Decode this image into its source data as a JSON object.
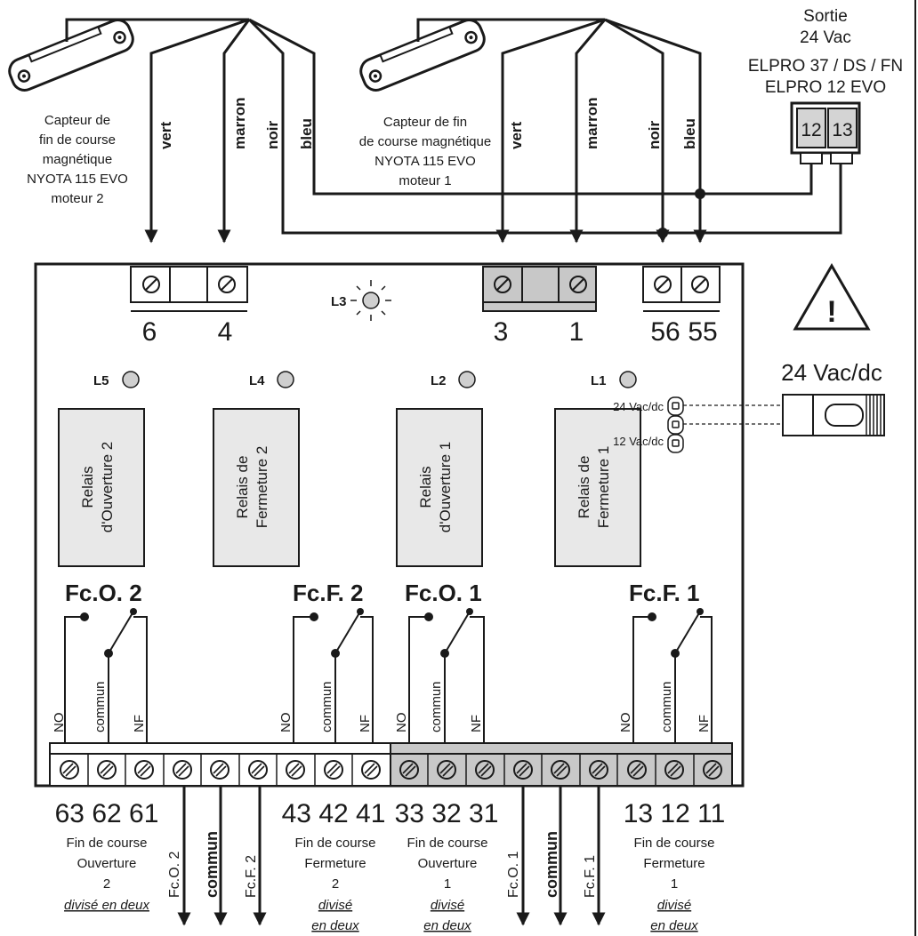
{
  "output": {
    "title1": "Sortie",
    "title2": "24 Vac",
    "models1": "ELPRO 37 / DS / FN",
    "models2": "ELPRO 12 EVO",
    "t1": "12",
    "t2": "13"
  },
  "sensor2": {
    "l1": "Capteur de",
    "l2": "fin de course",
    "l3": "magnétique",
    "l4": "NYOTA 115 EVO",
    "l5": "moteur 2"
  },
  "sensor1": {
    "l1": "Capteur de fin",
    "l2": "de course magnétique",
    "l3": "NYOTA 115 EVO",
    "l4": "moteur 1"
  },
  "wires": {
    "vert": "vert",
    "marron": "marron",
    "noir": "noir",
    "bleu": "bleu"
  },
  "top_terminals": [
    "6",
    "4",
    "3",
    "1",
    "56",
    "55"
  ],
  "leds": {
    "l3": "L3",
    "l5": "L5",
    "l4": "L4",
    "l2": "L2",
    "l1": "L1"
  },
  "relays": [
    {
      "line1": "Relais",
      "line2": "d'Ouverture 2"
    },
    {
      "line1": "Relais de",
      "line2": "Fermeture 2"
    },
    {
      "line1": "Relais",
      "line2": "d'Ouverture 1"
    },
    {
      "line1": "Relais de",
      "line2": "Fermeture 1"
    }
  ],
  "voltage": {
    "title": "24 Vac/dc",
    "opt1": "24 Vac/dc",
    "opt2": "12 Vac/dc",
    "warning": "!"
  },
  "contacts": [
    {
      "label": "Fc.O. 2",
      "no": "NO",
      "com": "commun",
      "nf": "NF"
    },
    {
      "label": "Fc.F. 2",
      "no": "NO",
      "com": "commun",
      "nf": "NF"
    },
    {
      "label": "Fc.O. 1",
      "no": "NO",
      "com": "commun",
      "nf": "NF"
    },
    {
      "label": "Fc.F. 1",
      "no": "NO",
      "com": "commun",
      "nf": "NF"
    }
  ],
  "bottom_numbers": [
    "63 62 61",
    "43 42 41",
    "33 32 31",
    "13 12 11"
  ],
  "groups": [
    {
      "l1": "Fin de course",
      "l2": "Ouverture",
      "l3": "2",
      "l4": "divisé en deux",
      "l5": ""
    },
    {
      "l1": "Fin de course",
      "l2": "Fermeture",
      "l3": "2",
      "l4": "divisé",
      "l5": "en deux"
    },
    {
      "l1": "Fin de course",
      "l2": "Ouverture",
      "l3": "1",
      "l4": "divisé",
      "l5": "en deux"
    },
    {
      "l1": "Fin de course",
      "l2": "Fermeture",
      "l3": "1",
      "l4": "divisé",
      "l5": "en deux"
    }
  ],
  "outputs": {
    "fco2": "Fc.O. 2",
    "commun": "commun",
    "fcf2": "Fc.F. 2",
    "fco1": "Fc.O. 1",
    "fcf1": "Fc.F. 1"
  }
}
